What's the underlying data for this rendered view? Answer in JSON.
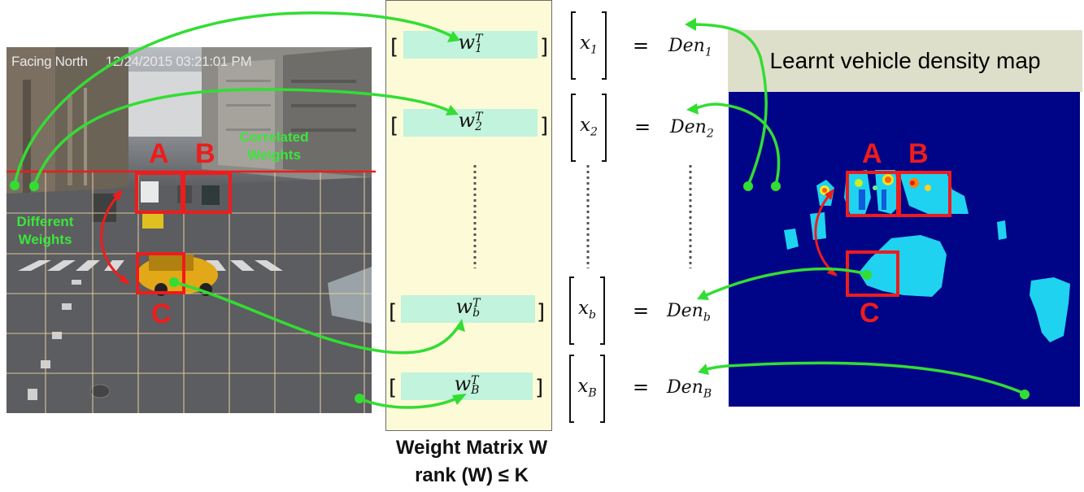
{
  "camera": {
    "header_location": "Facing North",
    "header_timestamp": "12/24/2015 03:21:01 PM",
    "region_labels": {
      "a": "A",
      "b": "B",
      "c": "C"
    },
    "correlated_label": "Correlated\nWeights",
    "different_label": "Different\nWeights"
  },
  "matrix": {
    "rows": [
      {
        "w_sub": "1",
        "w_sup": "T",
        "x_sub": "1",
        "den_sub": "1"
      },
      {
        "w_sub": "2",
        "w_sup": "T",
        "x_sub": "2",
        "den_sub": "2"
      },
      {
        "w_sub": "b",
        "w_sup": "T",
        "x_sub": "b",
        "den_sub": "b"
      },
      {
        "w_sub": "B",
        "w_sup": "T",
        "x_sub": "B",
        "den_sub": "B"
      }
    ],
    "w_symbol": "w",
    "x_symbol": "x",
    "den_symbol": "Den",
    "equals": "=",
    "open_bracket": "[",
    "close_bracket": "]",
    "caption_line1": "Weight Matrix W",
    "caption_line2": "rank (W) ≤ K"
  },
  "density_map": {
    "title": "Learnt vehicle density map",
    "region_labels": {
      "a": "A",
      "b": "B",
      "c": "C"
    }
  },
  "colors": {
    "arrow_green": "#33dd33",
    "box_red": "#ee1c1c",
    "map_background": "#000487",
    "map_blob": "#1ed2f0",
    "matrix_bg": "#fdfbd7",
    "weight_bar": "#c2f3dc"
  }
}
